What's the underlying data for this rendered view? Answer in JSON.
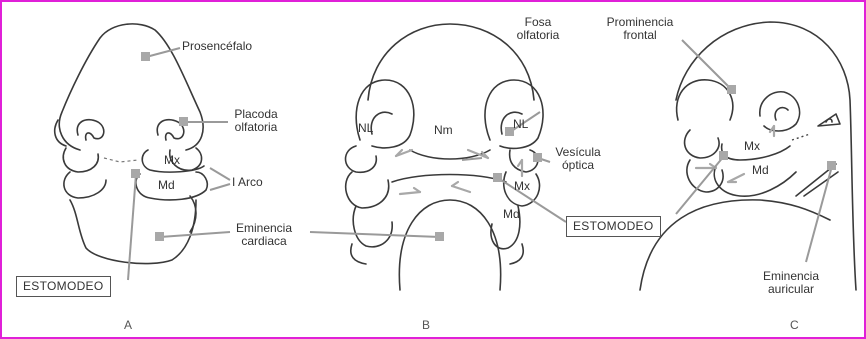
{
  "panels": {
    "a": {
      "letter": "A",
      "prosencefalo": "Prosencéfalo",
      "placoda_1": "Placoda",
      "placoda_2": "olfatoria",
      "mx": "Mx",
      "md": "Md",
      "arco": "I Arco",
      "eminencia_1": "Eminencia",
      "eminencia_2": "cardiaca",
      "estomodeo": "ESTOMODEO"
    },
    "b": {
      "letter": "B",
      "fosa_1": "Fosa",
      "fosa_2": "olfatoria",
      "nl_left": "NL",
      "nm": "Nm",
      "nl_right": "NL",
      "vesicula_1": "Vesícula",
      "vesicula_2": "óptica",
      "mx": "Mx",
      "md": "Md"
    },
    "c": {
      "letter": "C",
      "prominencia_1": "Prominencia",
      "prominencia_2": "frontal",
      "mx": "Mx",
      "md": "Md",
      "estomodeo": "ESTOMODEO",
      "eminencia_1": "Eminencia",
      "eminencia_2": "auricular"
    }
  },
  "colors": {
    "frame": "#e020d8",
    "leader": "#9a9a9a",
    "outline": "#3a3a3a"
  }
}
